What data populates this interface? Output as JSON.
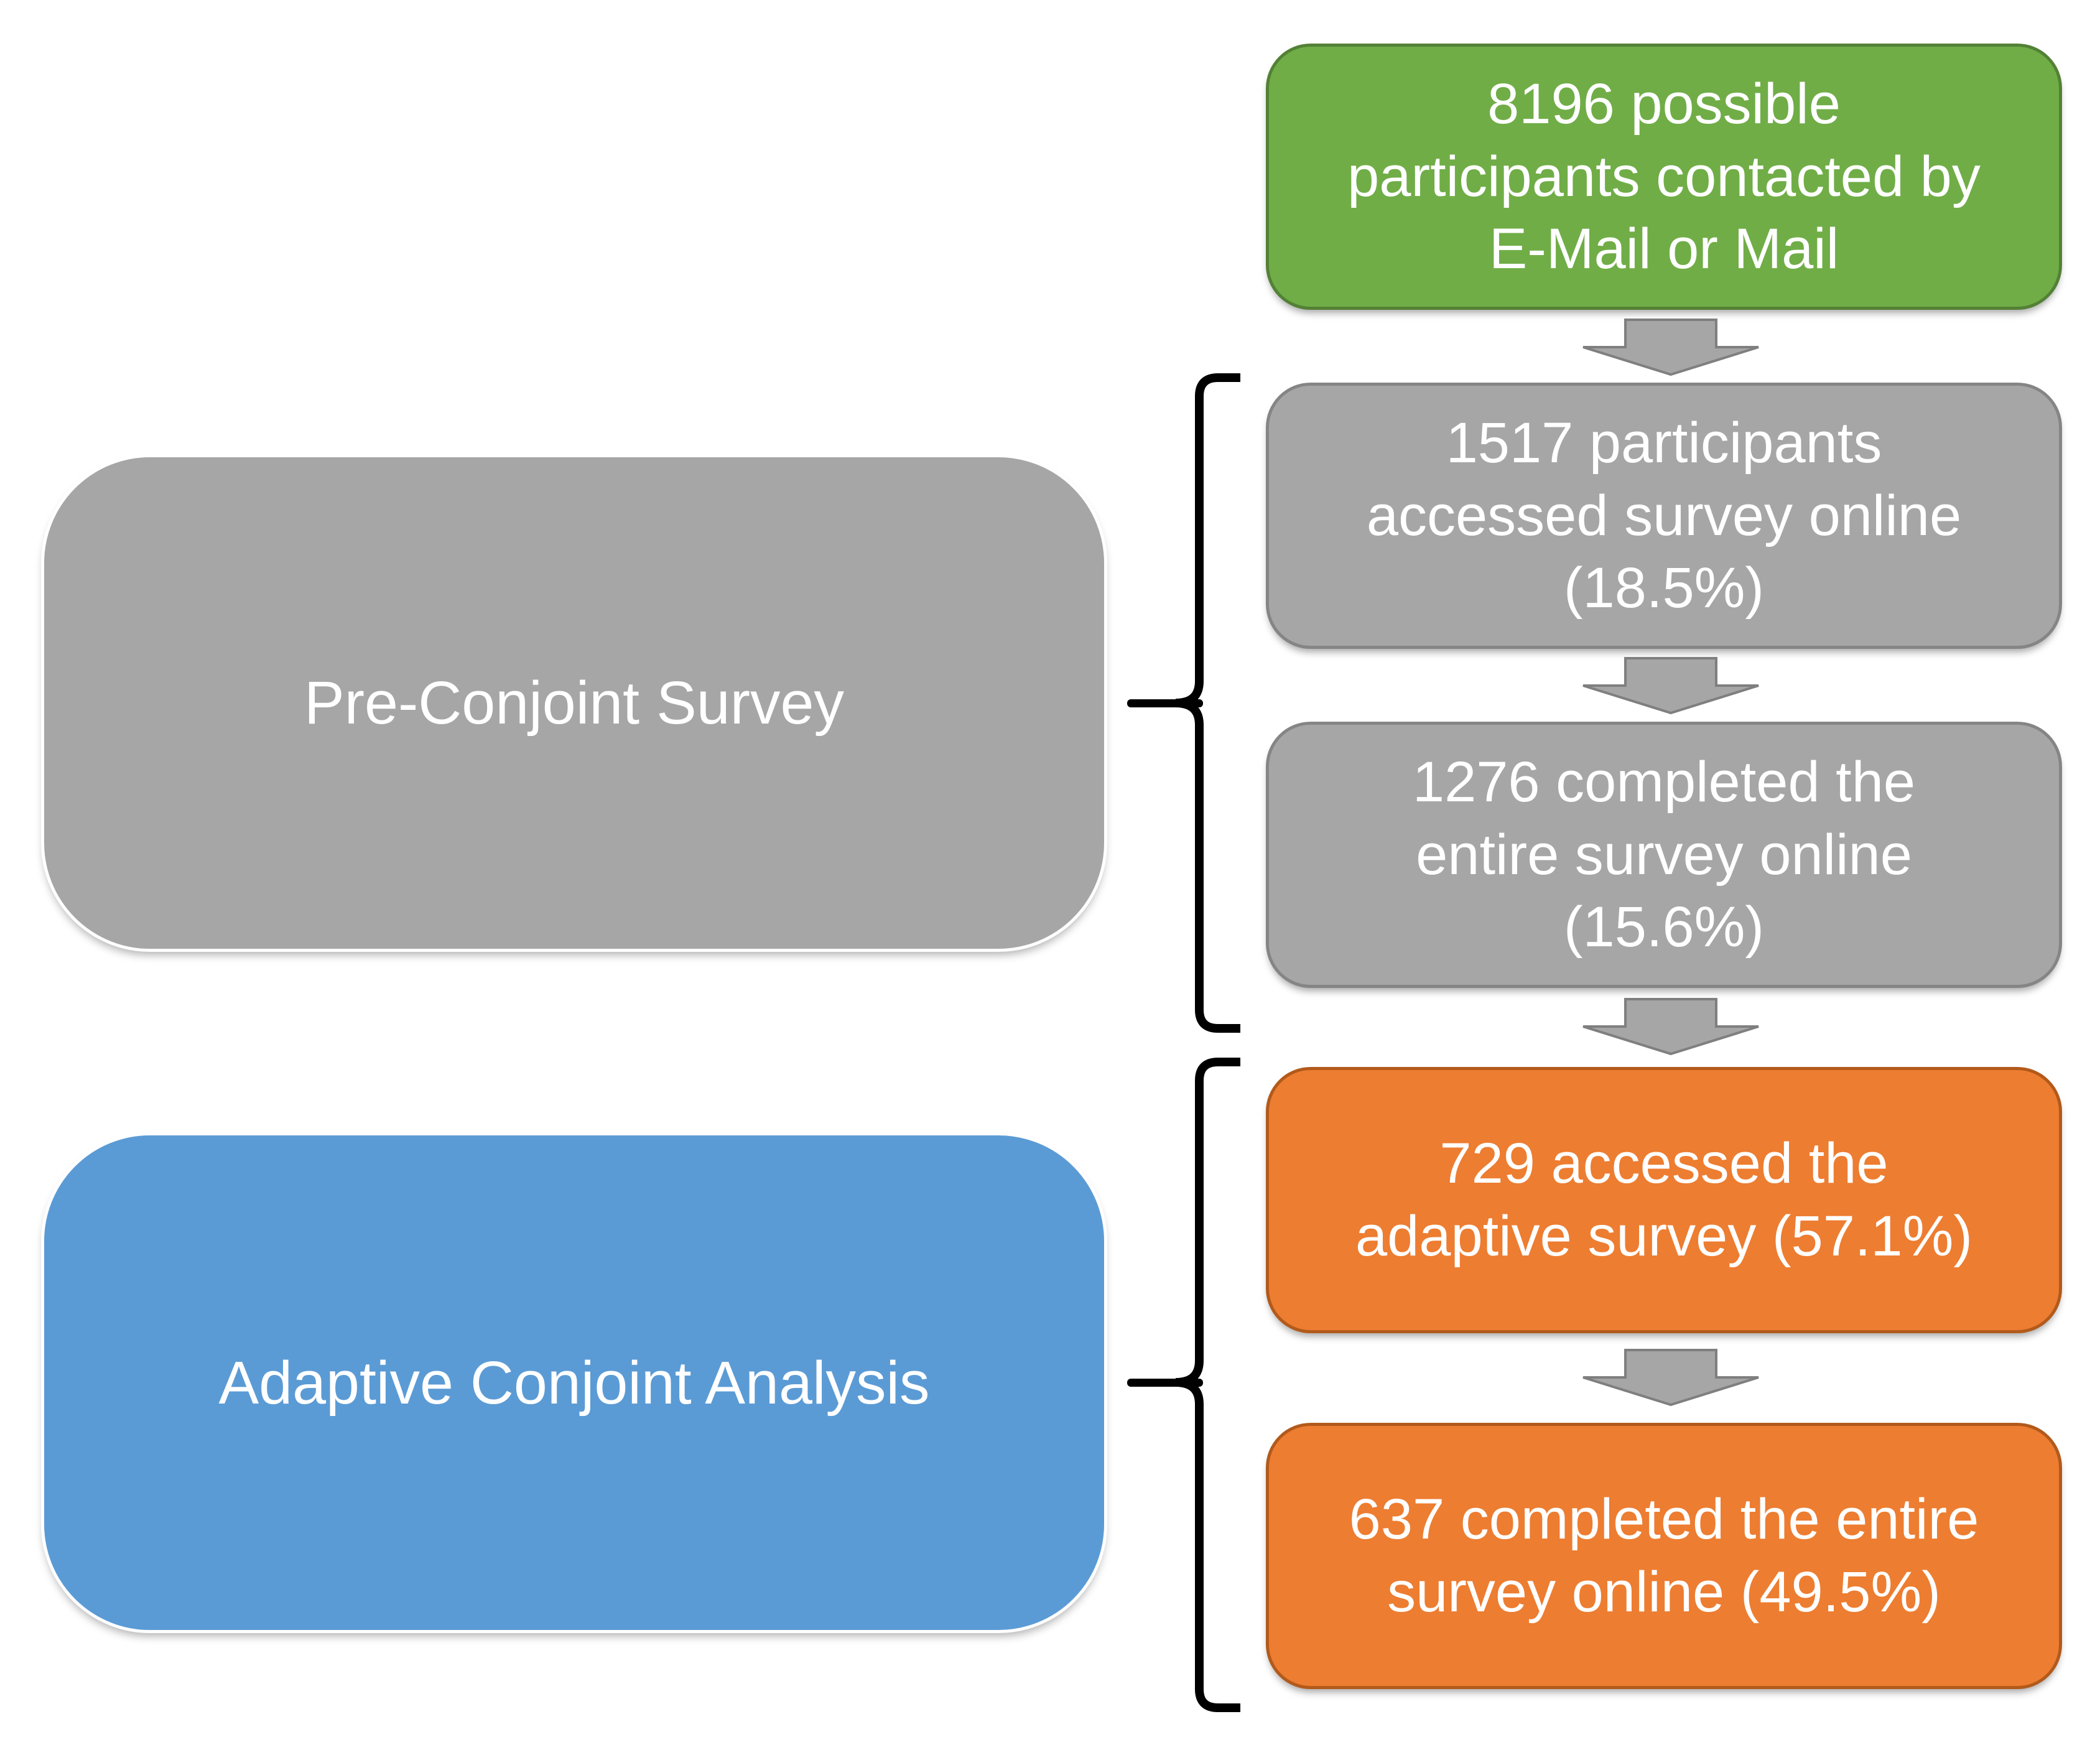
{
  "diagram": {
    "type": "flowchart",
    "stages": [
      {
        "name": "contacted",
        "color": "#70AD47",
        "lines": [
          "8196 possible",
          "participants contacted by",
          "E-Mail or Mail"
        ]
      },
      {
        "name": "accessed-online-survey",
        "color": "#A6A6A6",
        "lines": [
          "1517 participants",
          "accessed survey online",
          "(18.5%)"
        ]
      },
      {
        "name": "completed-online-survey",
        "color": "#A6A6A6",
        "lines": [
          "1276 completed the",
          "entire survey online",
          "(15.6%)"
        ]
      },
      {
        "name": "accessed-adaptive-survey",
        "color": "#ED7D31",
        "lines": [
          "729 accessed the",
          "adaptive survey (57.1%)"
        ]
      },
      {
        "name": "completed-adaptive-survey",
        "color": "#ED7D31",
        "lines": [
          "637 completed the entire",
          "survey online (49.5%)"
        ]
      }
    ],
    "groups": [
      {
        "label": "Pre-Conjoint Survey",
        "color": "#A6A6A6"
      },
      {
        "label": "Adaptive Conjoint Analysis",
        "color": "#5B9BD5"
      }
    ],
    "icons": {
      "down_arrow": "down-arrow",
      "grouping_shape": "left-brace"
    },
    "palette": {
      "green_fill": "#70AD47",
      "green_border": "#538135",
      "gray_fill": "#A6A6A6",
      "gray_border": "#858585",
      "orange_fill": "#ED7D31",
      "orange_border": "#B25A1B",
      "blue_fill": "#5B9BD5",
      "blue_border": "#4A7EBD",
      "arrow_fill": "#A6A6A6",
      "arrow_border": "#7F7F7F",
      "brace_color": "#000000",
      "text_color": "#FFFFFF",
      "background": "#FFFFFF"
    }
  }
}
